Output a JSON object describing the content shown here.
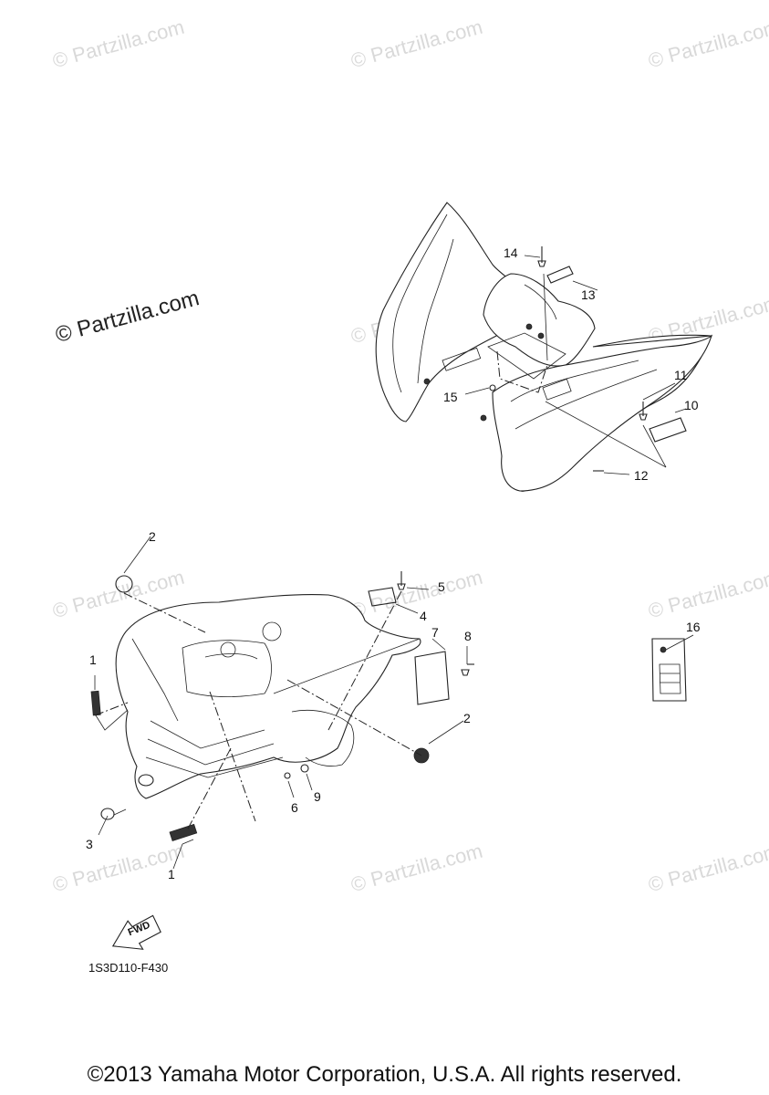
{
  "watermark": {
    "text": "© Partzilla.com"
  },
  "diagram_code": "1S3D110-F430",
  "fwd_label": "FWD",
  "copyright": "©2013 Yamaha Motor Corporation, U.S.A. All rights reserved.",
  "callouts": [
    "1",
    "2",
    "3",
    "4",
    "5",
    "6",
    "7",
    "8",
    "9",
    "10",
    "11",
    "12",
    "13",
    "14",
    "15",
    "16"
  ],
  "callout_1b": "1",
  "callout_2b": "2"
}
